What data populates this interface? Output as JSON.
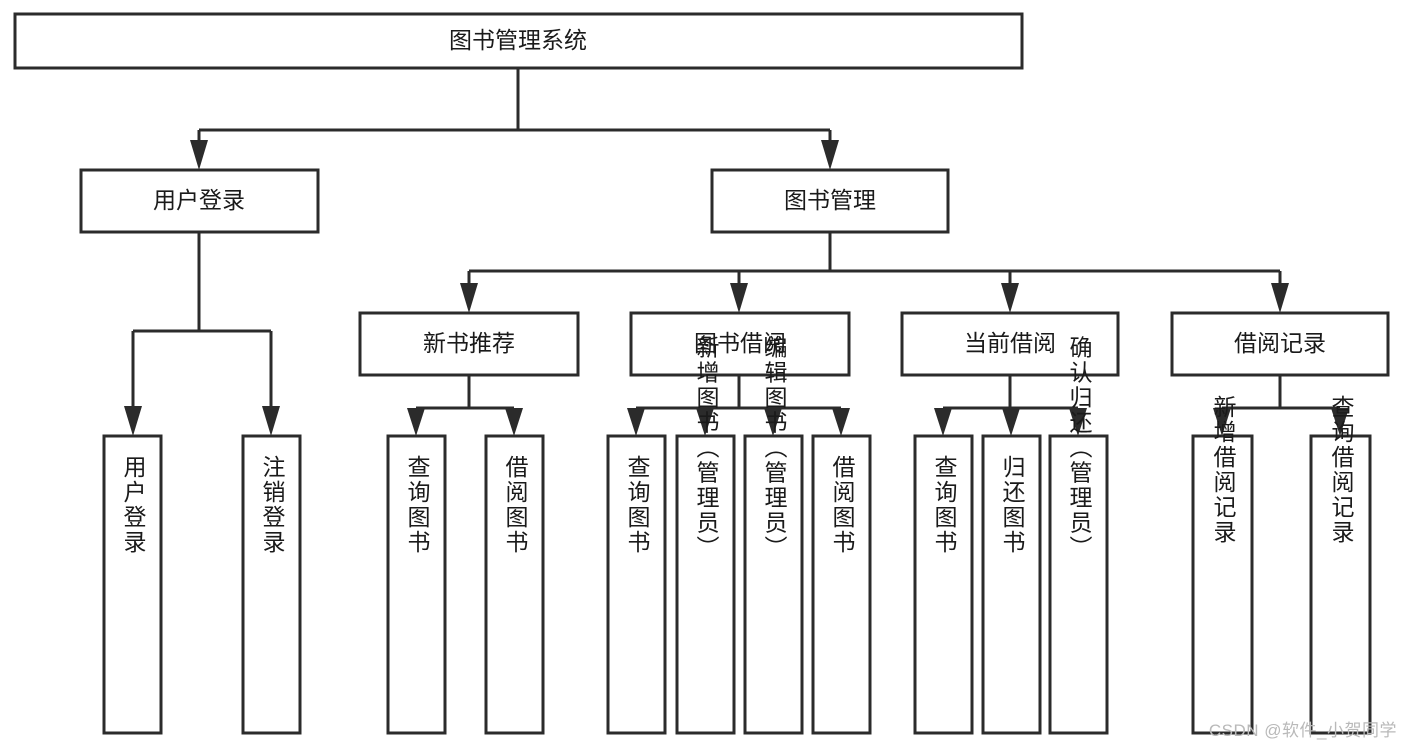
{
  "diagram": {
    "title": "图书管理系统",
    "type": "tree-hierarchy-diagram",
    "colors": {
      "box_fill": "#ffffff",
      "box_stroke": "#2b2b2b",
      "text": "#1a1a1a",
      "watermark": "#b9b9b9",
      "background": "#ffffff"
    },
    "root": {
      "label": "图书管理系统"
    },
    "level2": [
      {
        "label": "用户登录"
      },
      {
        "label": "图书管理"
      }
    ],
    "level3": [
      {
        "label": "新书推荐"
      },
      {
        "label": "图书借阅"
      },
      {
        "label": "当前借阅"
      },
      {
        "label": "借阅记录"
      }
    ],
    "leaves": {
      "user_login": [
        {
          "label": "用户登录"
        },
        {
          "label": "注销登录"
        }
      ],
      "new_book_recommend": [
        {
          "label": "查询图书"
        },
        {
          "label": "借阅图书"
        }
      ],
      "book_borrow": [
        {
          "label": "查询图书"
        },
        {
          "label": "新增图书（管理员）"
        },
        {
          "label": "编辑图书（管理员）"
        },
        {
          "label": "借阅图书"
        }
      ],
      "current_borrow": [
        {
          "label": "查询图书"
        },
        {
          "label": "归还图书"
        },
        {
          "label": "确认归还（管理员）"
        }
      ],
      "borrow_record": [
        {
          "label": "新增借阅记录"
        },
        {
          "label": "查询借阅记录"
        }
      ]
    }
  },
  "watermark": {
    "text": "CSDN @软件_小贺同学"
  }
}
